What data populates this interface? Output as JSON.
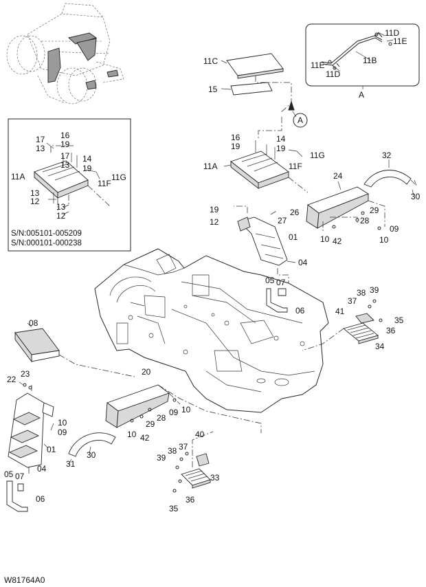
{
  "drawing_code": "W81764A0",
  "detail_view_label": "A",
  "callout_a": "A",
  "inset_notes": [
    "S/N:005101-005209",
    "S/N:000101-000238"
  ],
  "inset_labels": [
    {
      "id": "i17a",
      "text": "17"
    },
    {
      "id": "i16",
      "text": "16"
    },
    {
      "id": "i13a",
      "text": "13"
    },
    {
      "id": "i19a",
      "text": "19"
    },
    {
      "id": "i17b",
      "text": "17"
    },
    {
      "id": "i14",
      "text": "14"
    },
    {
      "id": "i13b",
      "text": "13"
    },
    {
      "id": "i19b",
      "text": "19"
    },
    {
      "id": "i11a",
      "text": "11A"
    },
    {
      "id": "i11g",
      "text": "11G"
    },
    {
      "id": "i11f",
      "text": "11F"
    },
    {
      "id": "i13c",
      "text": "13"
    },
    {
      "id": "i12a",
      "text": "12"
    },
    {
      "id": "i13d",
      "text": "13"
    },
    {
      "id": "i12b",
      "text": "12"
    }
  ],
  "detail_labels": [
    {
      "id": "d11d1",
      "text": "11D"
    },
    {
      "id": "d11e1",
      "text": "11E"
    },
    {
      "id": "d11e2",
      "text": "11E"
    },
    {
      "id": "d11b",
      "text": "11B"
    },
    {
      "id": "d11d2",
      "text": "11D"
    }
  ],
  "labels": [
    {
      "id": "p11c",
      "text": "11C"
    },
    {
      "id": "p15",
      "text": "15"
    },
    {
      "id": "p16",
      "text": "16"
    },
    {
      "id": "p19a",
      "text": "19"
    },
    {
      "id": "p14",
      "text": "14"
    },
    {
      "id": "p19b",
      "text": "19"
    },
    {
      "id": "p11g",
      "text": "11G"
    },
    {
      "id": "p11a",
      "text": "11A"
    },
    {
      "id": "p11f",
      "text": "11F"
    },
    {
      "id": "p32",
      "text": "32"
    },
    {
      "id": "p24",
      "text": "24"
    },
    {
      "id": "p30a",
      "text": "30"
    },
    {
      "id": "p19c",
      "text": "19"
    },
    {
      "id": "p26",
      "text": "26"
    },
    {
      "id": "p12",
      "text": "12"
    },
    {
      "id": "p27",
      "text": "27"
    },
    {
      "id": "p29a",
      "text": "29"
    },
    {
      "id": "p28a",
      "text": "28"
    },
    {
      "id": "p09a",
      "text": "09"
    },
    {
      "id": "p10a",
      "text": "10"
    },
    {
      "id": "p42a",
      "text": "42"
    },
    {
      "id": "p10b",
      "text": "10"
    },
    {
      "id": "p01a",
      "text": "01"
    },
    {
      "id": "p04a",
      "text": "04"
    },
    {
      "id": "p05a",
      "text": "05"
    },
    {
      "id": "p07a",
      "text": "07"
    },
    {
      "id": "p06a",
      "text": "06"
    },
    {
      "id": "p38a",
      "text": "38"
    },
    {
      "id": "p39a",
      "text": "39"
    },
    {
      "id": "p37a",
      "text": "37"
    },
    {
      "id": "p41",
      "text": "41"
    },
    {
      "id": "p35a",
      "text": "35"
    },
    {
      "id": "p36a",
      "text": "36"
    },
    {
      "id": "p34",
      "text": "34"
    },
    {
      "id": "p08",
      "text": "08"
    },
    {
      "id": "p22",
      "text": "22"
    },
    {
      "id": "p23",
      "text": "23"
    },
    {
      "id": "p20",
      "text": "20"
    },
    {
      "id": "p10c",
      "text": "10"
    },
    {
      "id": "p09b",
      "text": "09"
    },
    {
      "id": "p29b",
      "text": "29"
    },
    {
      "id": "p28b",
      "text": "28"
    },
    {
      "id": "p09c",
      "text": "09"
    },
    {
      "id": "p10d",
      "text": "10"
    },
    {
      "id": "p10e",
      "text": "10"
    },
    {
      "id": "p42b",
      "text": "42"
    },
    {
      "id": "p01b",
      "text": "01"
    },
    {
      "id": "p30b",
      "text": "30"
    },
    {
      "id": "p31",
      "text": "31"
    },
    {
      "id": "p04b",
      "text": "04"
    },
    {
      "id": "p05b",
      "text": "05"
    },
    {
      "id": "p07b",
      "text": "07"
    },
    {
      "id": "p06b",
      "text": "06"
    },
    {
      "id": "p40",
      "text": "40"
    },
    {
      "id": "p38b",
      "text": "38"
    },
    {
      "id": "p37b",
      "text": "37"
    },
    {
      "id": "p39b",
      "text": "39"
    },
    {
      "id": "p33",
      "text": "33"
    },
    {
      "id": "p36b",
      "text": "36"
    },
    {
      "id": "p35b",
      "text": "35"
    }
  ]
}
